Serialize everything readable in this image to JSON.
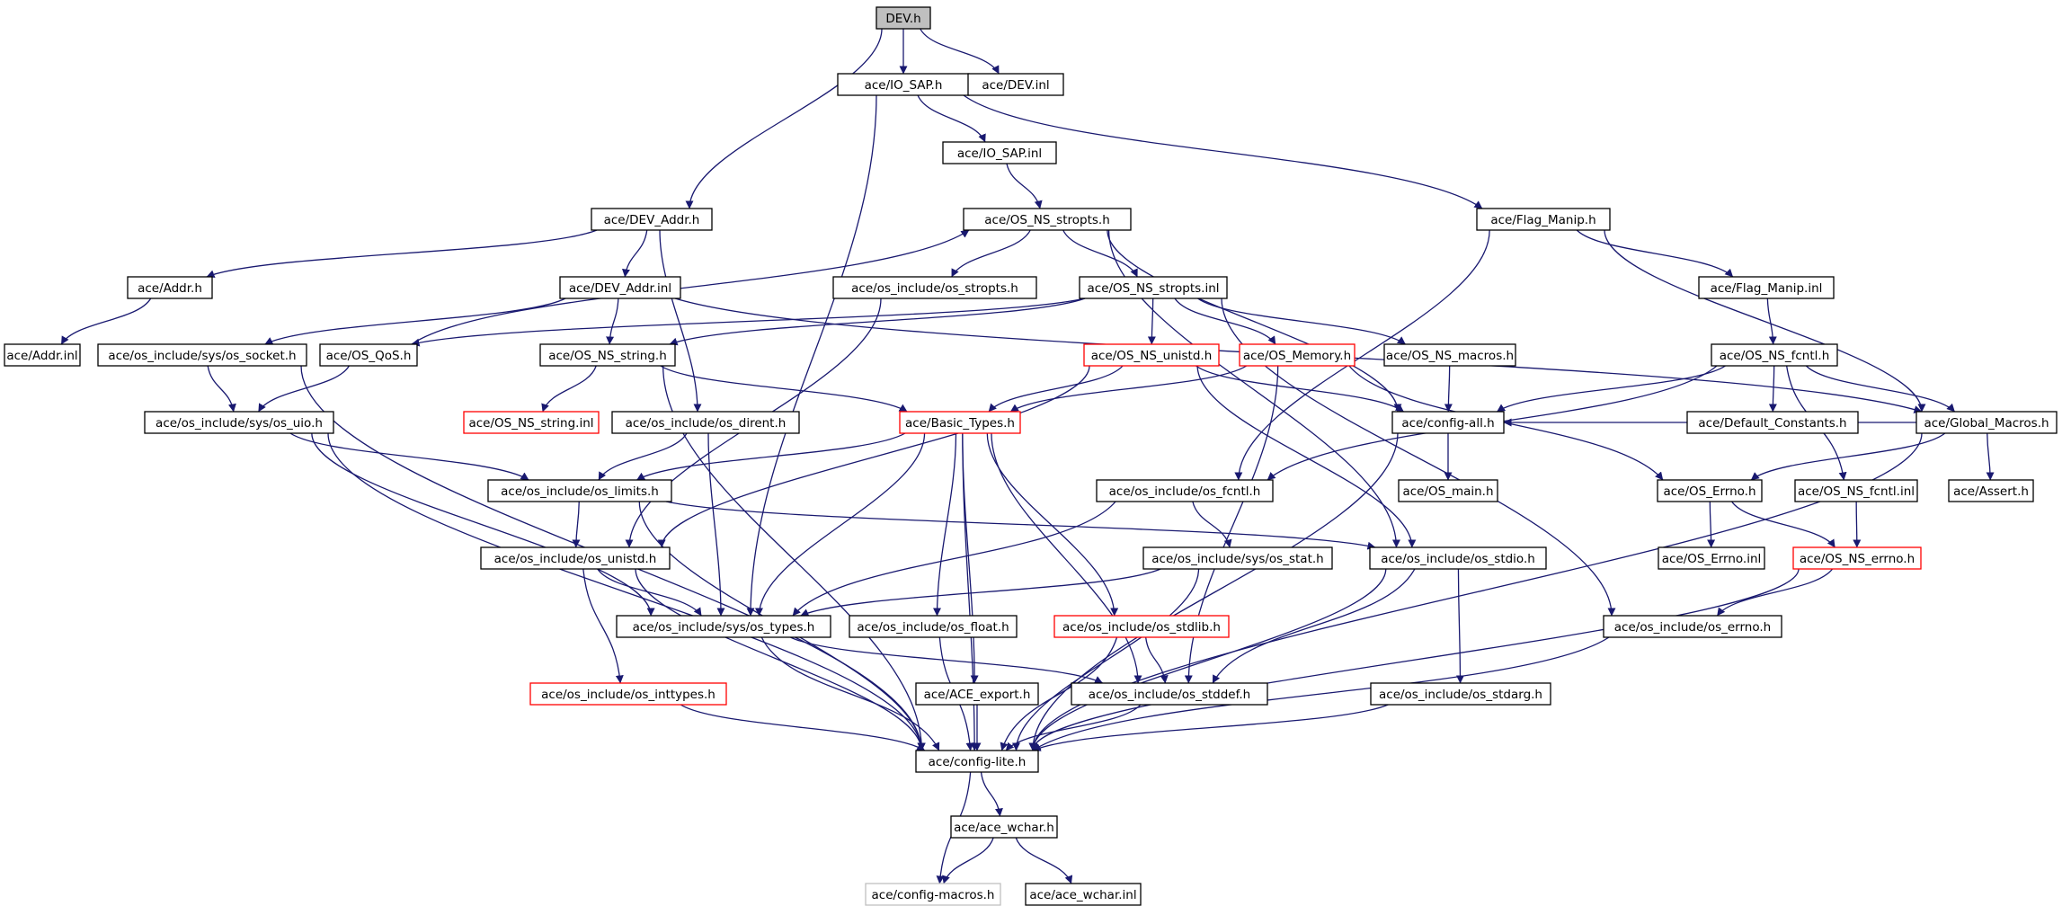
{
  "colors": {
    "edge": "#191970",
    "root_fill": "#bfbfbf",
    "normal_border": "#000000",
    "truncated_border": "#ff0000",
    "external_border": "#bfbfbf"
  },
  "nodes": [
    {
      "id": "dev_h",
      "label": "DEV.h",
      "kind": "root"
    },
    {
      "id": "io_sap_h",
      "label": "ace/IO_SAP.h",
      "kind": "normal"
    },
    {
      "id": "dev_inl",
      "label": "ace/DEV.inl",
      "kind": "normal"
    },
    {
      "id": "io_sap_inl",
      "label": "ace/IO_SAP.inl",
      "kind": "normal"
    },
    {
      "id": "dev_addr_h",
      "label": "ace/DEV_Addr.h",
      "kind": "normal"
    },
    {
      "id": "os_ns_stropts_h",
      "label": "ace/OS_NS_stropts.h",
      "kind": "normal"
    },
    {
      "id": "flag_manip_h",
      "label": "ace/Flag_Manip.h",
      "kind": "normal"
    },
    {
      "id": "addr_h",
      "label": "ace/Addr.h",
      "kind": "normal"
    },
    {
      "id": "dev_addr_inl",
      "label": "ace/DEV_Addr.inl",
      "kind": "normal"
    },
    {
      "id": "os_include_os_stropts_h",
      "label": "ace/os_include/os_stropts.h",
      "kind": "normal"
    },
    {
      "id": "os_ns_stropts_inl",
      "label": "ace/OS_NS_stropts.inl",
      "kind": "normal"
    },
    {
      "id": "flag_manip_inl",
      "label": "ace/Flag_Manip.inl",
      "kind": "normal"
    },
    {
      "id": "addr_inl",
      "label": "ace/Addr.inl",
      "kind": "normal"
    },
    {
      "id": "sys_os_socket_h",
      "label": "ace/os_include/sys/os_socket.h",
      "kind": "normal"
    },
    {
      "id": "os_qos_h",
      "label": "ace/OS_QoS.h",
      "kind": "normal"
    },
    {
      "id": "os_ns_string_h",
      "label": "ace/OS_NS_string.h",
      "kind": "normal"
    },
    {
      "id": "os_ns_unistd_h",
      "label": "ace/OS_NS_unistd.h",
      "kind": "truncated"
    },
    {
      "id": "os_memory_h",
      "label": "ace/OS_Memory.h",
      "kind": "truncated"
    },
    {
      "id": "os_ns_macros_h",
      "label": "ace/OS_NS_macros.h",
      "kind": "normal"
    },
    {
      "id": "os_ns_fcntl_h",
      "label": "ace/OS_NS_fcntl.h",
      "kind": "normal"
    },
    {
      "id": "sys_os_uio_h",
      "label": "ace/os_include/sys/os_uio.h",
      "kind": "normal"
    },
    {
      "id": "os_ns_string_inl",
      "label": "ace/OS_NS_string.inl",
      "kind": "truncated"
    },
    {
      "id": "os_include_os_dirent_h",
      "label": "ace/os_include/os_dirent.h",
      "kind": "normal"
    },
    {
      "id": "basic_types_h",
      "label": "ace/Basic_Types.h",
      "kind": "truncated"
    },
    {
      "id": "config_all_h",
      "label": "ace/config-all.h",
      "kind": "normal"
    },
    {
      "id": "default_constants_h",
      "label": "ace/Default_Constants.h",
      "kind": "normal"
    },
    {
      "id": "global_macros_h",
      "label": "ace/Global_Macros.h",
      "kind": "normal"
    },
    {
      "id": "os_include_os_limits_h",
      "label": "ace/os_include/os_limits.h",
      "kind": "normal"
    },
    {
      "id": "os_include_os_fcntl_h",
      "label": "ace/os_include/os_fcntl.h",
      "kind": "normal"
    },
    {
      "id": "os_main_h",
      "label": "ace/OS_main.h",
      "kind": "normal"
    },
    {
      "id": "os_errno_h_top",
      "label": "ace/OS_Errno.h",
      "kind": "normal"
    },
    {
      "id": "os_ns_fcntl_inl",
      "label": "ace/OS_NS_fcntl.inl",
      "kind": "normal"
    },
    {
      "id": "assert_h",
      "label": "ace/Assert.h",
      "kind": "normal"
    },
    {
      "id": "os_include_os_unistd_h",
      "label": "ace/os_include/os_unistd.h",
      "kind": "normal"
    },
    {
      "id": "sys_os_stat_h",
      "label": "ace/os_include/sys/os_stat.h",
      "kind": "normal"
    },
    {
      "id": "os_include_os_stdio_h",
      "label": "ace/os_include/os_stdio.h",
      "kind": "normal"
    },
    {
      "id": "os_errno_inl",
      "label": "ace/OS_Errno.inl",
      "kind": "normal"
    },
    {
      "id": "os_ns_errno_h",
      "label": "ace/OS_NS_errno.h",
      "kind": "truncated"
    },
    {
      "id": "sys_os_types_h",
      "label": "ace/os_include/sys/os_types.h",
      "kind": "normal"
    },
    {
      "id": "os_include_os_float_h",
      "label": "ace/os_include/os_float.h",
      "kind": "normal"
    },
    {
      "id": "os_include_os_stdlib_h",
      "label": "ace/os_include/os_stdlib.h",
      "kind": "truncated"
    },
    {
      "id": "os_include_os_errno_h",
      "label": "ace/os_include/os_errno.h",
      "kind": "normal"
    },
    {
      "id": "os_include_os_inttypes_h",
      "label": "ace/os_include/os_inttypes.h",
      "kind": "truncated"
    },
    {
      "id": "ace_export_h",
      "label": "ace/ACE_export.h",
      "kind": "normal"
    },
    {
      "id": "os_include_os_stddef_h",
      "label": "ace/os_include/os_stddef.h",
      "kind": "normal"
    },
    {
      "id": "os_include_os_stdarg_h",
      "label": "ace/os_include/os_stdarg.h",
      "kind": "normal"
    },
    {
      "id": "config_lite_h",
      "label": "ace/config-lite.h",
      "kind": "normal"
    },
    {
      "id": "ace_wchar_h",
      "label": "ace/ace_wchar.h",
      "kind": "normal"
    },
    {
      "id": "config_macros_h",
      "label": "ace/config-macros.h",
      "kind": "external"
    },
    {
      "id": "ace_wchar_inl",
      "label": "ace/ace_wchar.inl",
      "kind": "normal"
    }
  ],
  "edges": [
    [
      "dev_h",
      "io_sap_h"
    ],
    [
      "dev_h",
      "dev_inl"
    ],
    [
      "dev_h",
      "dev_addr_h"
    ],
    [
      "io_sap_h",
      "io_sap_inl"
    ],
    [
      "io_sap_h",
      "flag_manip_h"
    ],
    [
      "io_sap_h",
      "sys_os_types_h"
    ],
    [
      "io_sap_inl",
      "os_ns_stropts_h"
    ],
    [
      "dev_addr_h",
      "addr_h"
    ],
    [
      "dev_addr_h",
      "dev_addr_inl"
    ],
    [
      "dev_addr_h",
      "os_include_os_dirent_h"
    ],
    [
      "addr_h",
      "addr_inl"
    ],
    [
      "os_ns_stropts_h",
      "os_include_os_stropts_h"
    ],
    [
      "os_ns_stropts_h",
      "os_ns_stropts_inl"
    ],
    [
      "os_ns_stropts_h",
      "config_all_h"
    ],
    [
      "os_ns_stropts_h",
      "os_include_os_stdio_h"
    ],
    [
      "flag_manip_h",
      "flag_manip_inl"
    ],
    [
      "flag_manip_h",
      "global_macros_h"
    ],
    [
      "flag_manip_h",
      "os_include_os_fcntl_h"
    ],
    [
      "flag_manip_inl",
      "os_ns_fcntl_h"
    ],
    [
      "dev_addr_inl",
      "sys_os_socket_h"
    ],
    [
      "dev_addr_inl",
      "os_ns_string_h"
    ],
    [
      "dev_addr_inl",
      "global_macros_h"
    ],
    [
      "os_include_os_stropts_h",
      "os_include_os_unistd_h"
    ],
    [
      "os_ns_stropts_inl",
      "os_ns_unistd_h"
    ],
    [
      "os_ns_stropts_inl",
      "os_memory_h"
    ],
    [
      "os_ns_stropts_inl",
      "os_ns_macros_h"
    ],
    [
      "os_ns_stropts_inl",
      "os_qos_h"
    ],
    [
      "os_ns_stropts_inl",
      "os_ns_string_h"
    ],
    [
      "os_ns_stropts_inl",
      "os_include_os_errno_h"
    ],
    [
      "os_qos_h",
      "sys_os_uio_h"
    ],
    [
      "os_qos_h",
      "os_ns_stropts_h"
    ],
    [
      "sys_os_socket_h",
      "sys_os_uio_h"
    ],
    [
      "sys_os_socket_h",
      "config_lite_h"
    ],
    [
      "sys_os_uio_h",
      "os_include_os_limits_h"
    ],
    [
      "sys_os_uio_h",
      "sys_os_types_h"
    ],
    [
      "sys_os_uio_h",
      "config_lite_h"
    ],
    [
      "os_ns_string_h",
      "os_ns_string_inl"
    ],
    [
      "os_ns_string_h",
      "basic_types_h"
    ],
    [
      "os_ns_string_h",
      "config_lite_h"
    ],
    [
      "os_include_os_dirent_h",
      "os_include_os_limits_h"
    ],
    [
      "os_include_os_dirent_h",
      "sys_os_types_h"
    ],
    [
      "os_ns_unistd_h",
      "basic_types_h"
    ],
    [
      "os_ns_unistd_h",
      "config_all_h"
    ],
    [
      "os_ns_unistd_h",
      "os_include_os_unistd_h"
    ],
    [
      "os_ns_unistd_h",
      "os_include_os_stdio_h"
    ],
    [
      "os_memory_h",
      "basic_types_h"
    ],
    [
      "os_memory_h",
      "os_errno_h_top"
    ],
    [
      "os_memory_h",
      "os_include_os_stddef_h"
    ],
    [
      "os_ns_macros_h",
      "config_all_h"
    ],
    [
      "os_ns_fcntl_h",
      "config_all_h"
    ],
    [
      "os_ns_fcntl_h",
      "default_constants_h"
    ],
    [
      "os_ns_fcntl_h",
      "global_macros_h"
    ],
    [
      "os_ns_fcntl_h",
      "os_ns_fcntl_inl"
    ],
    [
      "os_ns_fcntl_h",
      "os_include_os_fcntl_h"
    ],
    [
      "global_macros_h",
      "config_all_h"
    ],
    [
      "global_macros_h",
      "os_errno_h_top"
    ],
    [
      "global_macros_h",
      "assert_h"
    ],
    [
      "global_macros_h",
      "config_lite_h"
    ],
    [
      "config_all_h",
      "os_main_h"
    ],
    [
      "config_all_h",
      "config_lite_h"
    ],
    [
      "basic_types_h",
      "os_include_os_limits_h"
    ],
    [
      "basic_types_h",
      "sys_os_types_h"
    ],
    [
      "basic_types_h",
      "os_include_os_float_h"
    ],
    [
      "basic_types_h",
      "os_include_os_stdlib_h"
    ],
    [
      "basic_types_h",
      "ace_export_h"
    ],
    [
      "basic_types_h",
      "os_include_os_stddef_h"
    ],
    [
      "basic_types_h",
      "config_lite_h"
    ],
    [
      "os_include_os_limits_h",
      "os_include_os_unistd_h"
    ],
    [
      "os_include_os_limits_h",
      "os_include_os_stdio_h"
    ],
    [
      "os_include_os_limits_h",
      "config_lite_h"
    ],
    [
      "os_include_os_fcntl_h",
      "sys_os_stat_h"
    ],
    [
      "os_include_os_fcntl_h",
      "sys_os_types_h"
    ],
    [
      "sys_os_stat_h",
      "sys_os_types_h"
    ],
    [
      "sys_os_stat_h",
      "config_lite_h"
    ],
    [
      "os_include_os_unistd_h",
      "sys_os_types_h"
    ],
    [
      "os_include_os_unistd_h",
      "os_include_os_inttypes_h"
    ],
    [
      "os_include_os_unistd_h",
      "config_lite_h"
    ],
    [
      "os_include_os_stdio_h",
      "os_include_os_stddef_h"
    ],
    [
      "os_include_os_stdio_h",
      "os_include_os_stdarg_h"
    ],
    [
      "os_include_os_stdio_h",
      "config_lite_h"
    ],
    [
      "os_errno_h_top",
      "os_errno_inl"
    ],
    [
      "os_errno_h_top",
      "os_ns_errno_h"
    ],
    [
      "os_ns_fcntl_inl",
      "os_ns_errno_h"
    ],
    [
      "os_ns_errno_h",
      "os_include_os_errno_h"
    ],
    [
      "os_ns_errno_h",
      "config_lite_h"
    ],
    [
      "os_include_os_errno_h",
      "config_lite_h"
    ],
    [
      "sys_os_types_h",
      "os_include_os_stddef_h"
    ],
    [
      "sys_os_types_h",
      "config_lite_h"
    ],
    [
      "os_include_os_float_h",
      "config_lite_h"
    ],
    [
      "os_include_os_stdlib_h",
      "os_include_os_stddef_h"
    ],
    [
      "os_include_os_stdlib_h",
      "config_lite_h"
    ],
    [
      "os_include_os_inttypes_h",
      "config_lite_h"
    ],
    [
      "ace_export_h",
      "config_lite_h"
    ],
    [
      "os_include_os_stddef_h",
      "config_lite_h"
    ],
    [
      "os_include_os_stdarg_h",
      "config_lite_h"
    ],
    [
      "config_lite_h",
      "ace_wchar_h"
    ],
    [
      "config_lite_h",
      "config_macros_h"
    ],
    [
      "ace_wchar_h",
      "config_macros_h"
    ],
    [
      "ace_wchar_h",
      "ace_wchar_inl"
    ]
  ]
}
